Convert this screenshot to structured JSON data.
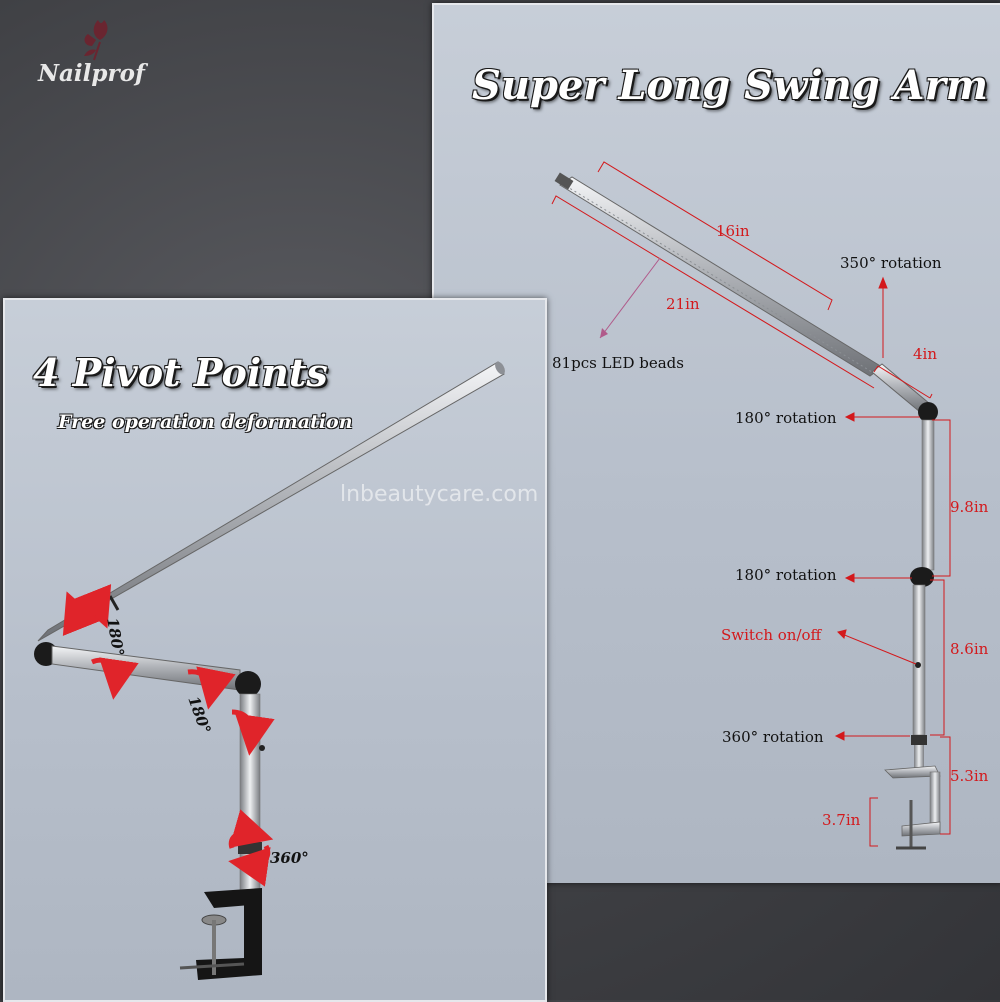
{
  "brand": {
    "name": "Nailprof"
  },
  "watermark": "lnbeautycare.com",
  "right_panel": {
    "title": "Super Long Swing Arm",
    "labels": {
      "led_length": "16in",
      "arm_length": "21in",
      "led_beads": "81pcs LED beads",
      "rotation_top": "350° rotation",
      "head_segment": "4in",
      "rotation_upper_joint": "180° rotation",
      "upper_segment": "9.8in",
      "rotation_middle_joint": "180° rotation",
      "switch": "Switch on/off",
      "lower_segment": "8.6in",
      "rotation_base": "360° rotation",
      "base_height": "5.3in",
      "clamp_opening": "3.7in"
    }
  },
  "left_panel": {
    "title": "4 Pivot Points",
    "subtitle": "Free operation deformation",
    "labels": {
      "joint_1": "180°",
      "joint_2": "180°",
      "base_rotation": "360°"
    }
  },
  "colors": {
    "dimension_red": "#d3191c",
    "arrow_red": "#e0242a",
    "panel_blue_grey": "#bcc3ce"
  }
}
